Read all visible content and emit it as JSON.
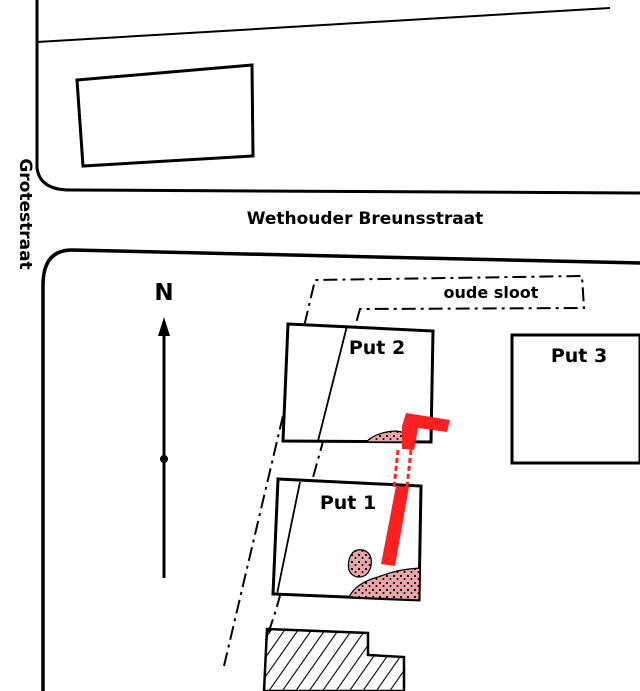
{
  "streets": {
    "vertical": "Grotestraat",
    "horizontal": "Wethouder Breunsstraat"
  },
  "north_label": "N",
  "ditch_label": "oude sloot",
  "pits": {
    "put1": "Put 1",
    "put2": "Put 2",
    "put3": "Put 3"
  },
  "colors": {
    "line": "#000000",
    "wall": "#ff2020",
    "feature_fill": "#e8a5aa"
  }
}
